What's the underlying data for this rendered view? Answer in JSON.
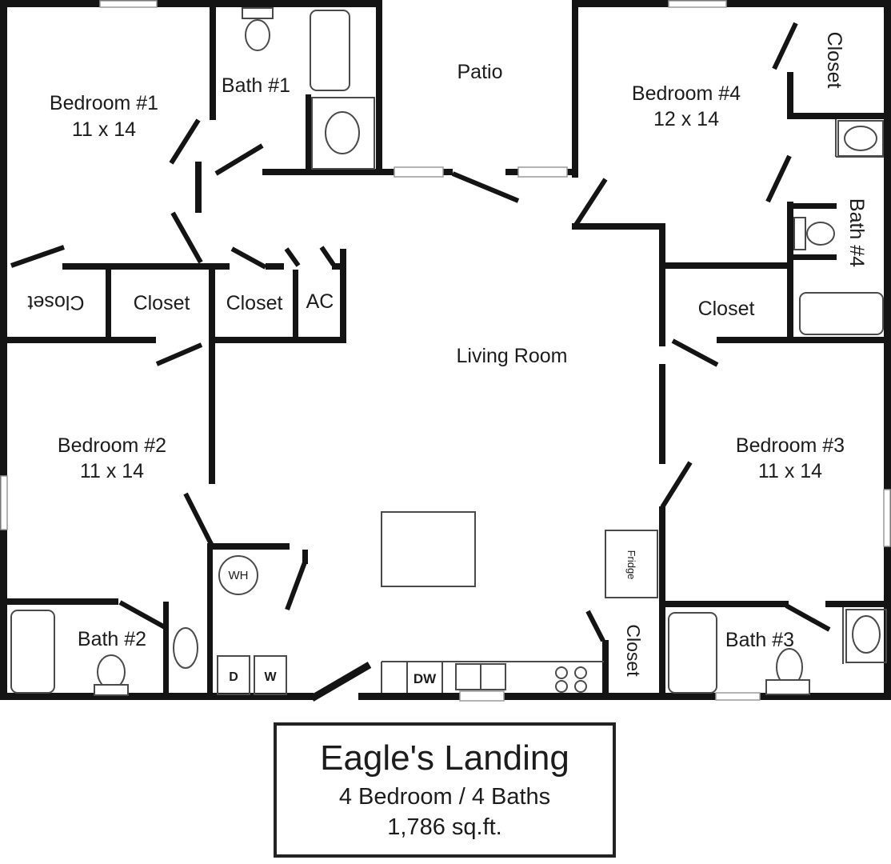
{
  "title_block": {
    "name": "Eagle's Landing",
    "specs": "4 Bedroom / 4 Baths",
    "area": "1,786 sq.ft."
  },
  "rooms": {
    "bedroom1": {
      "name": "Bedroom #1",
      "dims": "11 x 14"
    },
    "bedroom2": {
      "name": "Bedroom #2",
      "dims": "11 x 14"
    },
    "bedroom3": {
      "name": "Bedroom #3",
      "dims": "11 x 14"
    },
    "bedroom4": {
      "name": "Bedroom #4",
      "dims": "12 x 14"
    },
    "bath1": {
      "name": "Bath #1"
    },
    "bath2": {
      "name": "Bath #2"
    },
    "bath3": {
      "name": "Bath #3"
    },
    "bath4": {
      "name": "Bath #4"
    },
    "living": {
      "name": "Living Room"
    },
    "patio": {
      "name": "Patio"
    },
    "closet": {
      "name": "Closet"
    },
    "ac": {
      "name": "AC"
    }
  },
  "appliances": {
    "water_heater": "WH",
    "dryer": "D",
    "washer": "W",
    "dishwasher": "DW",
    "fridge": "Fridge"
  },
  "colors": {
    "wall": "#141414",
    "fixture_stroke": "#4a4a4a",
    "window_stroke": "#9a9a9a",
    "background": "#ffffff",
    "text": "#1c1c1c"
  }
}
